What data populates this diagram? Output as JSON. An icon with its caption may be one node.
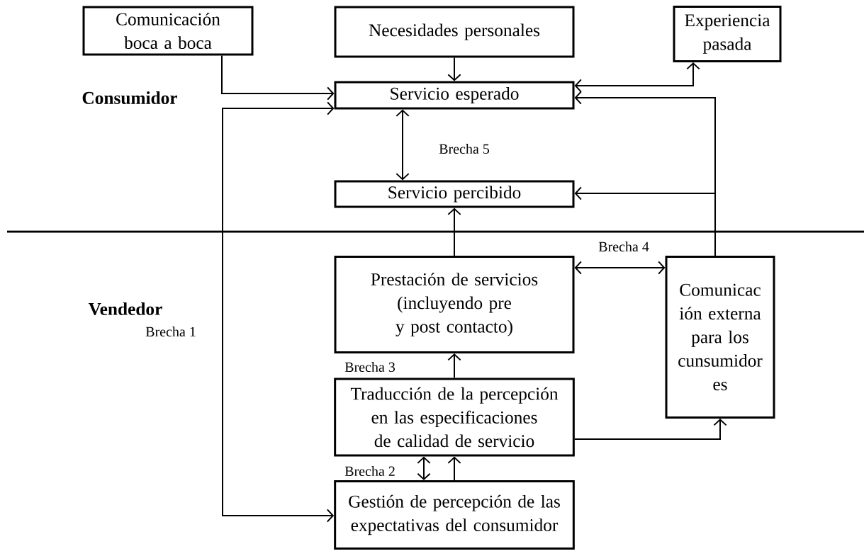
{
  "diagram": {
    "nodes": [
      {
        "text": [
          "Comunicación boca a boca"
        ]
      },
      {
        "text": [
          "Necesidades personales"
        ]
      },
      {
        "text": [
          "Experiencia pasada"
        ]
      },
      {
        "text": [
          "Servicio esperado"
        ]
      },
      {
        "text": [
          "Servicio percibido"
        ]
      },
      {
        "text": [
          "Prestación de servicios (incluyendo pre y post contacto)"
        ]
      },
      {
        "text": [
          "Comunicac ión externa para los cunsumidor es"
        ]
      },
      {
        "text": [
          "Traducción de la percepción en las especificaciones de calidad de servicio"
        ]
      },
      {
        "text": [
          "Gestión de percepción de las expectativas del consumidor"
        ]
      }
    ],
    "edges": [
      {
        "from": 0,
        "to": 3,
        "arrow": "to"
      },
      {
        "from": 1,
        "to": 3,
        "arrow": "to"
      },
      {
        "from": 3,
        "to": 2,
        "arrow": "both"
      },
      {
        "from": 6,
        "to": 3,
        "arrow": "to"
      },
      {
        "from": 6,
        "to": 4,
        "arrow": "to"
      },
      {
        "from": 3,
        "to": 4,
        "arrow": "both",
        "label": "Brecha 5"
      },
      {
        "from": 5,
        "to": 4,
        "arrow": "to"
      },
      {
        "from": 5,
        "to": 6,
        "arrow": "both",
        "label": "Brecha 4"
      },
      {
        "from": 7,
        "to": 5,
        "arrow": "to",
        "label": "Brecha 3"
      },
      {
        "from": 7,
        "to": 6,
        "arrow": "to"
      },
      {
        "from": 8,
        "to": 7,
        "arrow": "both",
        "label": "Brecha 2"
      },
      {
        "from": 8,
        "to": 7,
        "arrow": "to"
      },
      {
        "from": 8,
        "to": 3,
        "arrow": "both",
        "label": "Brecha 1"
      }
    ],
    "labels": [
      "Consumidor",
      "Vendedor"
    ]
  }
}
